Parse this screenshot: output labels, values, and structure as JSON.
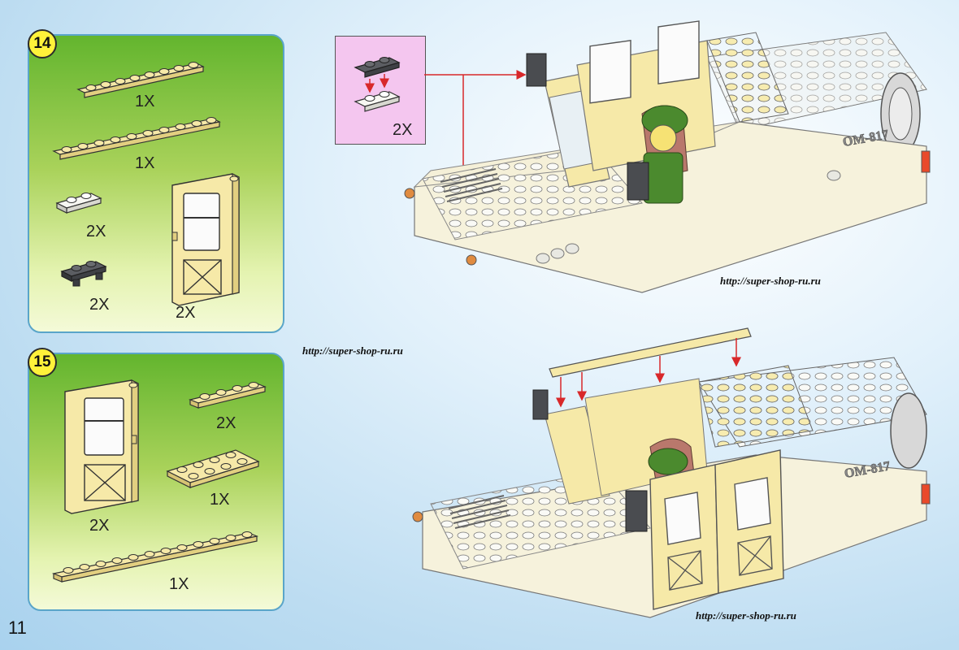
{
  "page": {
    "number": "11",
    "watermark": "http://super-shop-ru.ru"
  },
  "step14": {
    "number": "14",
    "parts": [
      {
        "name": "plate 1x8 tan",
        "qty": "1X"
      },
      {
        "name": "plate 1x10 tan",
        "qty": "1X"
      },
      {
        "name": "plate 1x2 white",
        "qty": "2X"
      },
      {
        "name": "plate with clips dark gray",
        "qty": "2X"
      },
      {
        "name": "door tan",
        "qty": "2X"
      }
    ],
    "callout": {
      "qty": "2X"
    }
  },
  "step15": {
    "number": "15",
    "parts": [
      {
        "name": "door tan",
        "qty": "2X"
      },
      {
        "name": "plate 1x4 tan",
        "qty": "2X"
      },
      {
        "name": "plate 2x4 tan",
        "qty": "1X"
      },
      {
        "name": "plate 1x12 tan",
        "qty": "1X"
      }
    ]
  },
  "vehicle": {
    "plate_text": "OM-817"
  },
  "colors": {
    "tan": "#f6e9a8",
    "white_brick": "#f3f3ec",
    "dark_gray": "#4a4c50",
    "panel_border": "#5aa5c9",
    "arrow_red": "#d8282a",
    "badge_yellow": "#fff23a",
    "callout_pink": "#f4c6ef"
  }
}
